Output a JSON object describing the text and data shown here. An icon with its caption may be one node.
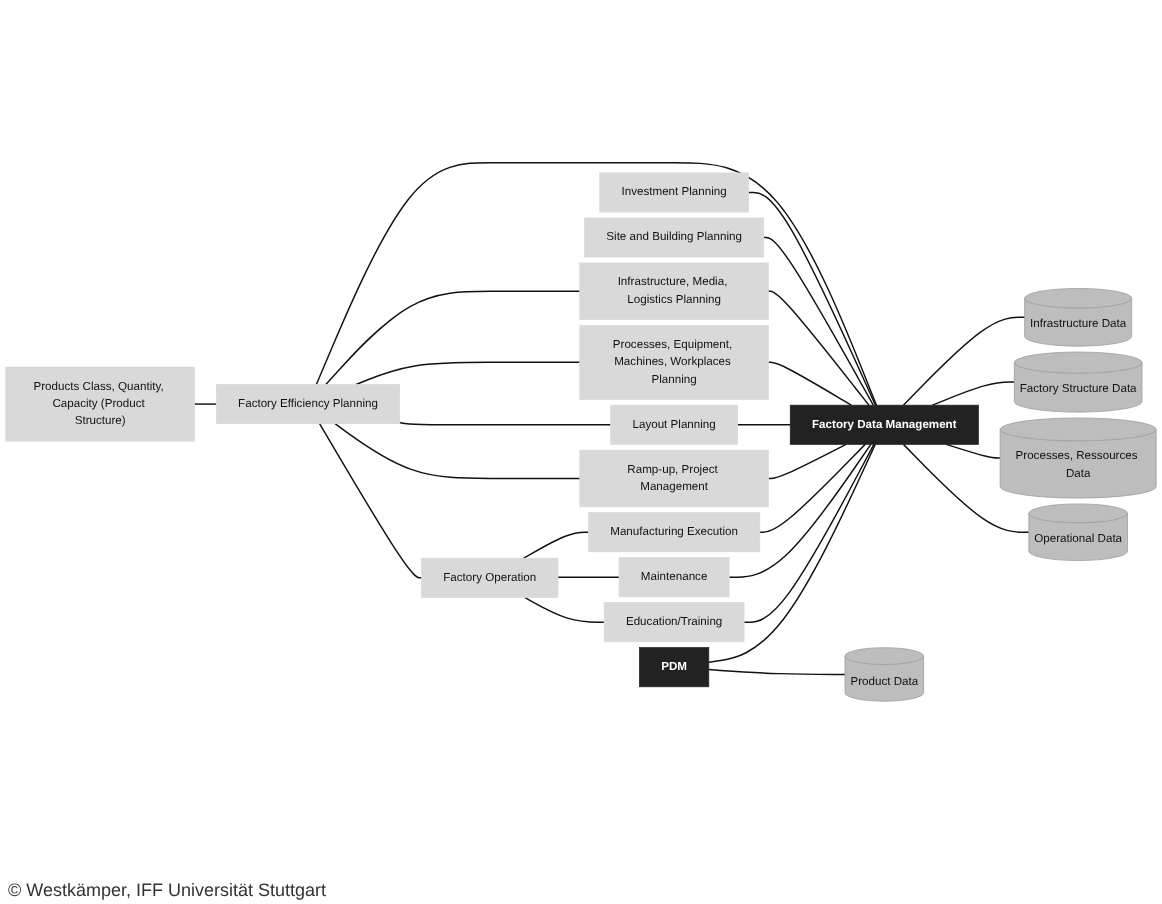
{
  "diagram": {
    "nodes": [
      {
        "text": [
          "Products Class, Quantity, Capacity (Product Structure)"
        ]
      },
      {
        "text": [
          "Factory Efficiency Planning"
        ]
      },
      {
        "text": [
          "Investment Planning"
        ]
      },
      {
        "text": [
          "Site and Building Planning"
        ]
      },
      {
        "text": [
          "Infrastructure, Media, Logistics Planning"
        ]
      },
      {
        "text": [
          "Processes, Equipment, Machines, Workplaces Planning"
        ]
      },
      {
        "text": [
          "Layout Planning"
        ]
      },
      {
        "text": [
          "Ramp-up, Project Management"
        ]
      },
      {
        "text": [
          "Factory Operation"
        ]
      },
      {
        "text": [
          "Manufacturing Execution"
        ]
      },
      {
        "text": [
          "Maintenance"
        ]
      },
      {
        "text": [
          "Education/Training"
        ]
      },
      {
        "text": [
          "PDM"
        ]
      },
      {
        "text": [
          "Factory Data Management"
        ]
      },
      {
        "text": [
          "Product Data"
        ]
      },
      {
        "text": [
          "Infrastructure Data"
        ]
      },
      {
        "text": [
          "Factory Structure Data"
        ]
      },
      {
        "text": [
          "Processes, Ressources Data"
        ]
      },
      {
        "text": [
          "Operational Data"
        ]
      }
    ],
    "edges": [
      {
        "from": 0,
        "to": 1,
        "arrow": "none"
      },
      {
        "from": 1,
        "to": 13,
        "arrow": "none"
      },
      {
        "from": 1,
        "to": 4,
        "arrow": "none"
      },
      {
        "from": 1,
        "to": 5,
        "arrow": "none"
      },
      {
        "from": 1,
        "to": 6,
        "arrow": "none"
      },
      {
        "from": 1,
        "to": 7,
        "arrow": "none"
      },
      {
        "from": 1,
        "to": 8,
        "arrow": "none"
      },
      {
        "from": 8,
        "to": 9,
        "arrow": "none"
      },
      {
        "from": 8,
        "to": 10,
        "arrow": "none"
      },
      {
        "from": 8,
        "to": 11,
        "arrow": "none"
      },
      {
        "from": 2,
        "to": 13,
        "arrow": "none"
      },
      {
        "from": 3,
        "to": 13,
        "arrow": "none"
      },
      {
        "from": 4,
        "to": 13,
        "arrow": "none"
      },
      {
        "from": 5,
        "to": 13,
        "arrow": "none"
      },
      {
        "from": 6,
        "to": 13,
        "arrow": "none"
      },
      {
        "from": 7,
        "to": 13,
        "arrow": "none"
      },
      {
        "from": 9,
        "to": 13,
        "arrow": "none"
      },
      {
        "from": 10,
        "to": 13,
        "arrow": "none"
      },
      {
        "from": 11,
        "to": 13,
        "arrow": "none"
      },
      {
        "from": 12,
        "to": 13,
        "arrow": "none"
      },
      {
        "from": 12,
        "to": 14,
        "arrow": "none"
      },
      {
        "from": 13,
        "to": 15,
        "arrow": "none"
      },
      {
        "from": 13,
        "to": 16,
        "arrow": "none"
      },
      {
        "from": 13,
        "to": 17,
        "arrow": "none"
      },
      {
        "from": 13,
        "to": 18,
        "arrow": "none"
      }
    ],
    "labels": [
      "© Westkämper, IFF Universität Stuttgart"
    ]
  }
}
